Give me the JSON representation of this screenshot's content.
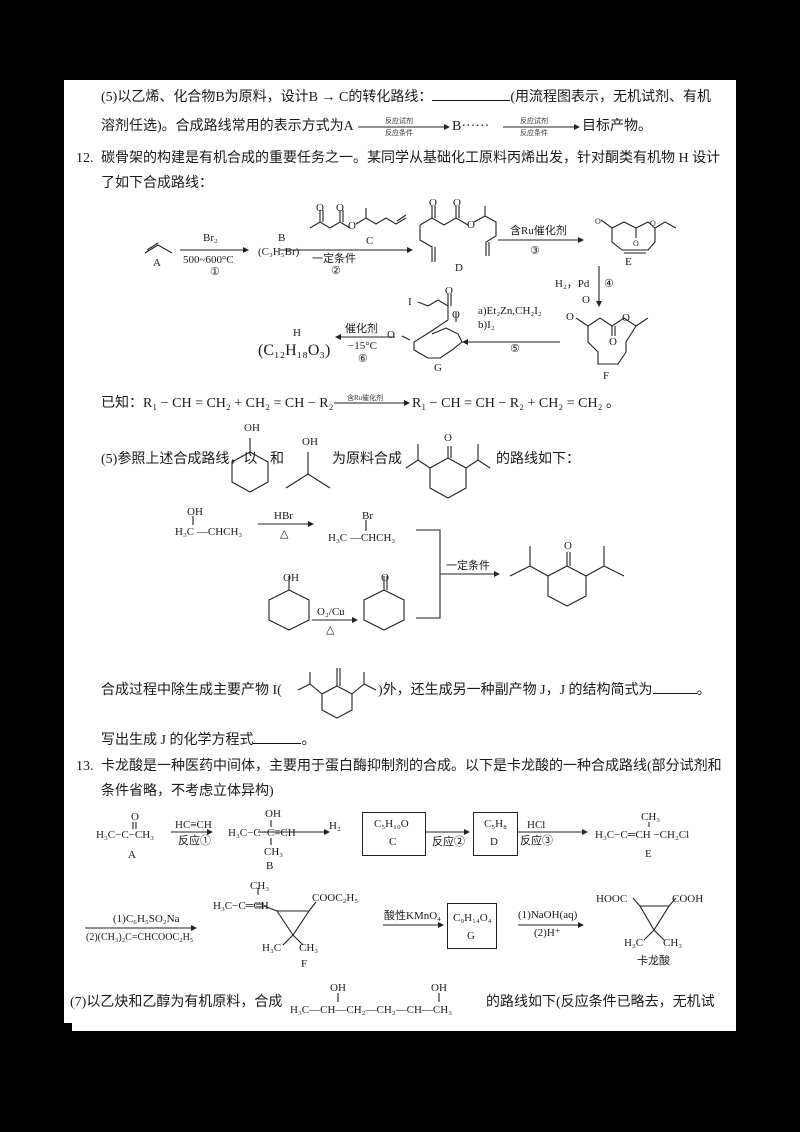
{
  "q11_part5": {
    "line1_a": "(5)以乙烯、化合物",
    "line1_b": "B",
    "line1_c": "为原料，设计",
    "line1_arrow": "B → C",
    "line1_d": "的转化路线：",
    "line1_e": "(用流程图表示，无机试剂、有机",
    "line2_a": "溶剂任选)。合成路线常用的表示方式为A",
    "arrow_top": "反应试剂",
    "arrow_bottom": "反应条件",
    "line2_b": "B······",
    "line2_c": "目标产物。"
  },
  "q12": {
    "number": "12.",
    "stem_line1": "碳骨架的构建是有机合成的重要任务之一。某同学从基础化工原料丙烯出发，针对酮类有机物 H 设计",
    "stem_line2": "了如下合成路线：",
    "scheme": {
      "A_label": "A",
      "step1_top": "Br₂",
      "step1_bottom": "500~600°C",
      "step1_num": "①",
      "B_label": "B",
      "B_formula": "(C₃H₅Br)",
      "C_label": "C",
      "step2_bottom": "一定条件",
      "step2_num": "②",
      "D_label": "D",
      "step3_top": "含Ru催化剂",
      "step3_num": "③",
      "E_label": "E",
      "step4_reagent": "H₂，Pd",
      "step4_num": "④",
      "F_label": "F",
      "step5_a": "a)Et₂Zn,CH₂I₂",
      "step5_b": "b)I₂",
      "step5_num": "⑤",
      "G_label": "G",
      "step6_top": "催化剂",
      "step6_bottom": "−15°C",
      "step6_num": "⑥",
      "H_label": "H",
      "H_formula": "(C₁₂H₁₈O₃)",
      "atom_O": "O",
      "atom_I": "I"
    },
    "known_prefix": "已知：",
    "known_lhs": "R₁ − CH = CH₂ + CH₂ = CH − R₂",
    "known_arrow_top": "含Ru催化剂",
    "known_rhs": "R₁ − CH = CH − R₂ + CH₂ = CH₂ 。"
  },
  "q12_part5": {
    "text_a": "(5)参照上述合成路线，以",
    "text_and": "和",
    "text_b": "为原料合成",
    "text_c": "的路线如下：",
    "OH": "OH",
    "O": "O",
    "route": {
      "r1_OH": "OH",
      "r1_formula": "H₃C —CHCH₃",
      "r1_reagent": "HBr",
      "r1_cond": "△",
      "r1_Br": "Br",
      "r1_product": "H₃C —CHCH₃",
      "r2_OH": "OH",
      "r2_reagent": "O₂/Cu",
      "r2_cond": "△",
      "r2_O": "O",
      "merge_cond": "一定条件",
      "final_O": "O"
    },
    "byproduct_a": "合成过程中除生成主要产物 I(",
    "byproduct_b": ")外，还生成另一种副产物 J，J 的结构简式为",
    "byproduct_end": "。",
    "equation_prompt": "写出生成 J 的化学方程式",
    "equation_end": "。"
  },
  "q13": {
    "number": "13.",
    "stem_line1": "卡龙酸是一种医药中间体，主要用于蛋白酶抑制剂的合成。以下是卡龙酸的一种合成路线(部分试剂和",
    "stem_line2": "条件省略，不考虑立体异构)",
    "scheme": {
      "A_formula": "H₃C−C−CH₃",
      "A_O": "O",
      "A_label": "A",
      "step1_top": "HC≡CH",
      "step1_bottom": "反应①",
      "B_OH": "OH",
      "B_formula": "H₃C−C−C≡CH",
      "B_CH3": "CH₃",
      "B_label": "B",
      "step_h2": "H₂",
      "C_formula": "C₅H₁₀O",
      "C_label": "C",
      "step2_bottom": "反应②",
      "D_formula": "C₅H₈",
      "D_label": "D",
      "step3_top": "HCl",
      "step3_bottom": "反应③",
      "E_CH3": "CH₃",
      "E_formula": "H₃C−C═CH −CH₂Cl",
      "E_label": "E",
      "step4_top": "(1)C₆H₅SO₂Na",
      "step4_bottom": "(2)(CH₃)₂C=CHCOOC₂H₅",
      "F_CH3": "CH₃",
      "F_chain": "H₃C−C═CH",
      "F_ester": "COOC₂H₅",
      "F_me1": "H₃C",
      "F_me2": "CH₃",
      "F_label": "F",
      "step5_top": "酸性KMnO₄",
      "G_formula": "C₉H₁₄O₄",
      "G_label": "G",
      "step6_top": "(1)NaOH(aq)",
      "step6_bottom": "(2)H⁺",
      "K_left": "HOOC",
      "K_right": "COOH",
      "K_me1": "H₃C",
      "K_me2": "CH₃",
      "K_label": "卡龙酸"
    }
  },
  "q13_part7": {
    "text_a": "(7)以乙炔和乙醇为有机原料，合成",
    "target_OH1": "OH",
    "target_OH2": "OH",
    "target_formula": "H₃C—CH—CH₂—CH₂—CH—CH₃",
    "text_b": "的路线如下(反应条件已略去，无机试"
  }
}
